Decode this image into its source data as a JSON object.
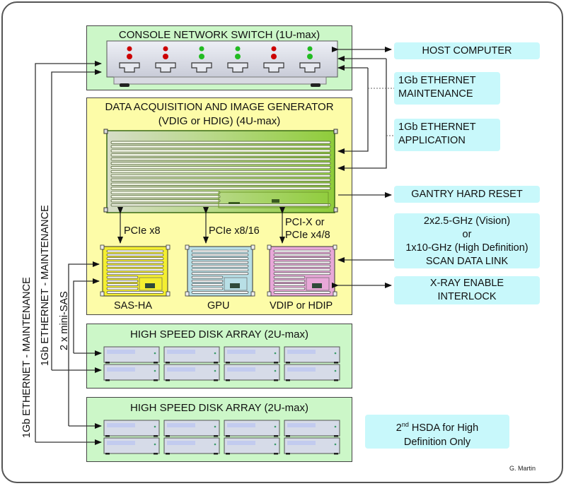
{
  "switch": {
    "title": "CONSOLE NETWORK SWITCH (1U-max)",
    "ports": [
      {
        "led_top": "#cc0000",
        "led_bottom": "#cc0000"
      },
      {
        "led_top": "#cc0000",
        "led_bottom": "#cc0000"
      },
      {
        "led_top": "#22bb22",
        "led_bottom": "#22bb22"
      },
      {
        "led_top": "#22bb22",
        "led_bottom": "#22bb22"
      },
      {
        "led_top": "#cc0000",
        "led_bottom": "#cc0000"
      },
      {
        "led_top": "#22bb22",
        "led_bottom": "#22bb22"
      }
    ]
  },
  "daq": {
    "title_line1": "DATA ACQUISITION AND IMAGE GENERATOR",
    "title_line2": "(VDIG or HDIG) (4U-max)",
    "bus_labels": {
      "sas": "PCIe x8",
      "gpu": "PCIe x8/16",
      "vdip_line1": "PCI-X or",
      "vdip_line2": "PCIe x4/8"
    },
    "cards": [
      {
        "name": "SAS-HA",
        "color": "#f4ef30"
      },
      {
        "name": "GPU",
        "color": "#b8dfe6"
      },
      {
        "name": "VDIP or HDIP",
        "color": "#e8a8d8"
      }
    ]
  },
  "disk_arrays": [
    {
      "title": "HIGH SPEED DISK ARRAY (2U-max)",
      "drives": 8
    },
    {
      "title": "HIGH SPEED DISK ARRAY (2U-max)",
      "drives": 8
    }
  ],
  "external": {
    "host_computer": "HOST COMPUTER",
    "eth_maint_line1": "1Gb ETHERNET",
    "eth_maint_line2": "MAINTENANCE",
    "eth_app_line1": "1Gb ETHERNET",
    "eth_app_line2": "APPLICATION",
    "gantry_reset": "GANTRY HARD RESET",
    "scan_link_line1": "2x2.5-GHz (Vision)",
    "scan_link_line2": "or",
    "scan_link_line3": "1x10-GHz (High Definition)",
    "scan_link_line4": "SCAN DATA LINK",
    "xray_line1": "X-RAY ENABLE",
    "xray_line2": "INTERLOCK",
    "hsda_note_sup": "nd",
    "hsda_note_num": "2",
    "hsda_note_line1": " HSDA for High",
    "hsda_note_line2": "Definition Only"
  },
  "vertical_labels": {
    "outer_eth": "1Gb ETHERNET - MAINTENANCE",
    "inner_eth": "1Gb ETHERNET - MAINTENANCE",
    "mini_sas": "2 x mini-SAS"
  },
  "signature": "G. Martin",
  "colors": {
    "green_box": "#ccf7c8",
    "yellow_box": "#fdfca8",
    "label_box": "#c8f8fb",
    "chassis_green": "#9ccc3a"
  }
}
